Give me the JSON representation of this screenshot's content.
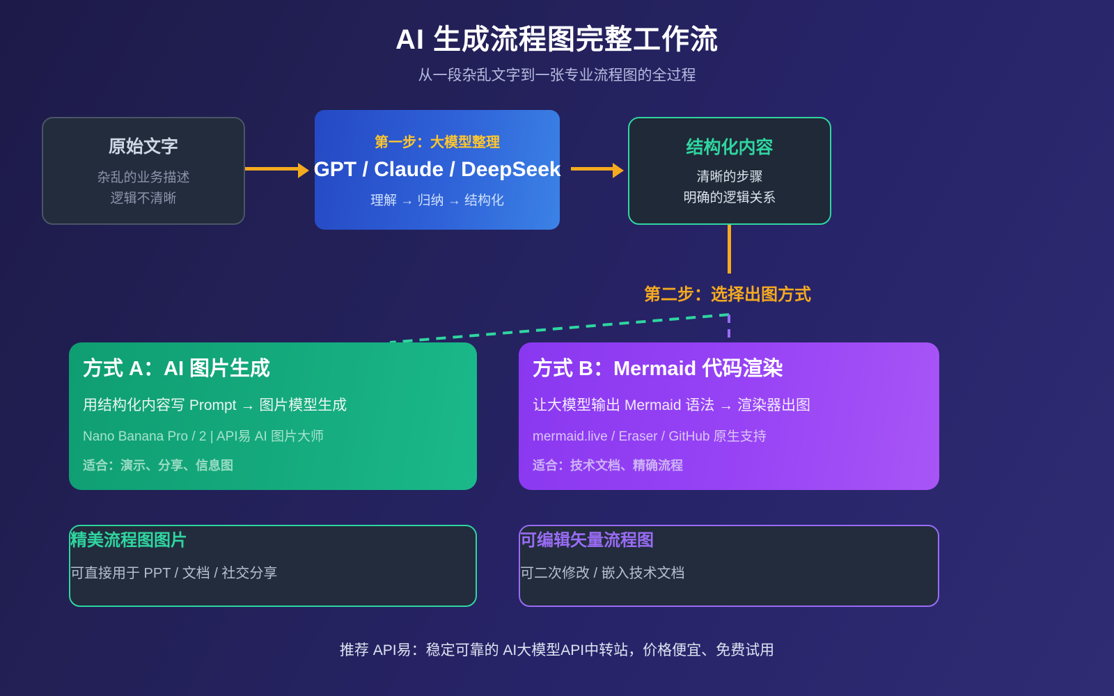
{
  "header": {
    "title": "AI 生成流程图完整工作流",
    "subtitle": "从一段杂乱文字到一张专业流程图的全过程"
  },
  "flow": {
    "raw": {
      "title": "原始文字",
      "line1": "杂乱的业务描述",
      "line2": "逻辑不清晰"
    },
    "llm": {
      "step_label": "第一步：大模型整理",
      "title": "GPT / Claude / DeepSeek",
      "subtitle": "理解 → 归纳 → 结构化"
    },
    "structured": {
      "title": "结构化内容",
      "line1": "清晰的步骤",
      "line2": "明确的逻辑关系"
    },
    "step2_label": "第二步：选择出图方式"
  },
  "methods": [
    {
      "title": "方式 A：AI 图片生成",
      "desc": "用结构化内容写 Prompt → 图片模型生成",
      "tools": "Nano Banana Pro / 2 | API易 AI 图片大师",
      "fit": "适合：演示、分享、信息图"
    },
    {
      "title": "方式 B：Mermaid 代码渲染",
      "desc": "让大模型输出 Mermaid 语法 → 渲染器出图",
      "tools": "mermaid.live / Eraser / GitHub 原生支持",
      "fit": "适合：技术文档、精确流程"
    }
  ],
  "results": [
    {
      "title": "精美流程图图片",
      "desc": "可直接用于 PPT / 文档 / 社交分享"
    },
    {
      "title": "可编辑矢量流程图",
      "desc": "可二次修改 / 嵌入技术文档"
    }
  ],
  "footer": {
    "text": "推荐 API易：稳定可靠的 AI大模型API中转站，价格便宜、免费试用"
  },
  "colors": {
    "accent_orange": "#f5ab1f",
    "accent_green": "#2fd6a0",
    "accent_purple": "#9a6cf5",
    "accent_blue": "#3b82e6",
    "background_start": "#1d1a49",
    "background_end": "#302c74"
  }
}
